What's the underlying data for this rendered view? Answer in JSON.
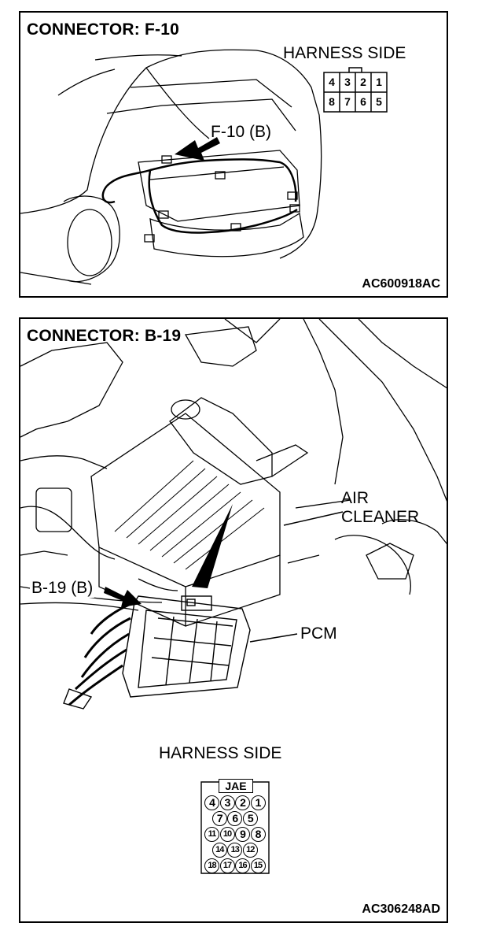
{
  "panel1": {
    "title": "CONNECTOR: F-10",
    "harness_label": "HARNESS SIDE",
    "callout": "F-10 (B)",
    "code": "AC600918AC",
    "pins_top": [
      "4",
      "3",
      "2",
      "1"
    ],
    "pins_bottom": [
      "8",
      "7",
      "6",
      "5"
    ]
  },
  "panel2": {
    "title": "CONNECTOR: B-19",
    "air_cleaner_line1": "AIR",
    "air_cleaner_line2": "CLEANER",
    "callout": "B-19 (B)",
    "pcm_label": "PCM",
    "harness_label": "HARNESS SIDE",
    "connector_tag": "JAE",
    "code": "AC306248AD",
    "pin_rows": [
      [
        "4",
        "3",
        "2",
        "1"
      ],
      [
        "7",
        "6",
        "5"
      ],
      [
        "11",
        "10",
        "9",
        "8"
      ],
      [
        "14",
        "13",
        "12"
      ],
      [
        "18",
        "17",
        "16",
        "15"
      ]
    ]
  }
}
